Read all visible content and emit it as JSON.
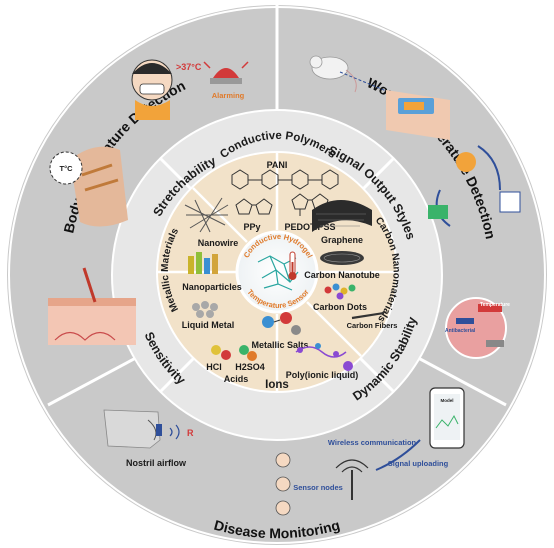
{
  "outer_ring": {
    "top_left": "Body Temperature Detection",
    "top_right": "Wound Temperature Detection",
    "bottom": "Disease Monitoring"
  },
  "middle_ring": {
    "stretchability": "Stretchability",
    "signal_output": "Signal Output Styles",
    "dynamic_stability": "Dynamic Stability",
    "sensitivity": "Sensitivity"
  },
  "inner_sections": {
    "conductive_polymers": "Conductive Polymers",
    "carbon_nanomaterials": "Carbon Nanomaterials",
    "ions": "Ions",
    "metallic_materials": "Metallic Materials"
  },
  "polymers": {
    "pani": "PANI",
    "ppy": "PPy",
    "pedot": "PEDOT:PSS"
  },
  "carbon": {
    "graphene": "Graphene",
    "nanotube": "Carbon Nanotube",
    "dots": "Carbon Dots",
    "fibers": "Carbon Fibers"
  },
  "ions": {
    "metallic_salts": "Metallic Salts",
    "hcl": "HCl",
    "h2so4": "H2SO4",
    "acids": "Acids",
    "poly_ionic": "Poly(ionic liquid)"
  },
  "metals": {
    "nanowire": "Nanowire",
    "nanoparticles": "Nanoparticles",
    "liquid_metal": "Liquid Metal"
  },
  "center": {
    "line1": "Conductive Hydrogel",
    "line2": "Temperature Sensor"
  },
  "callouts": {
    "temp": ">37°C",
    "alarming": "Alarming",
    "nostril_airflow": "Nostril airflow",
    "nostril_r": "R",
    "wireless": "Wireless communication",
    "signal_uploading": "Signal uploading",
    "sensor_nodes": "Sensor nodes",
    "phone_model": "Model",
    "temperature_label": "Temperature",
    "antibacterial": "Antibacterial",
    "pt_c": "T",
    "pt_unit": "°C"
  },
  "colors": {
    "outer_ring": "#c9c9c9",
    "middle_ring": "#e7e7e7",
    "inner_core": "#f2e2c9",
    "center": "#ffffff",
    "accent_blue": "#2f4f9a",
    "accent_orange": "#e07a2a"
  }
}
